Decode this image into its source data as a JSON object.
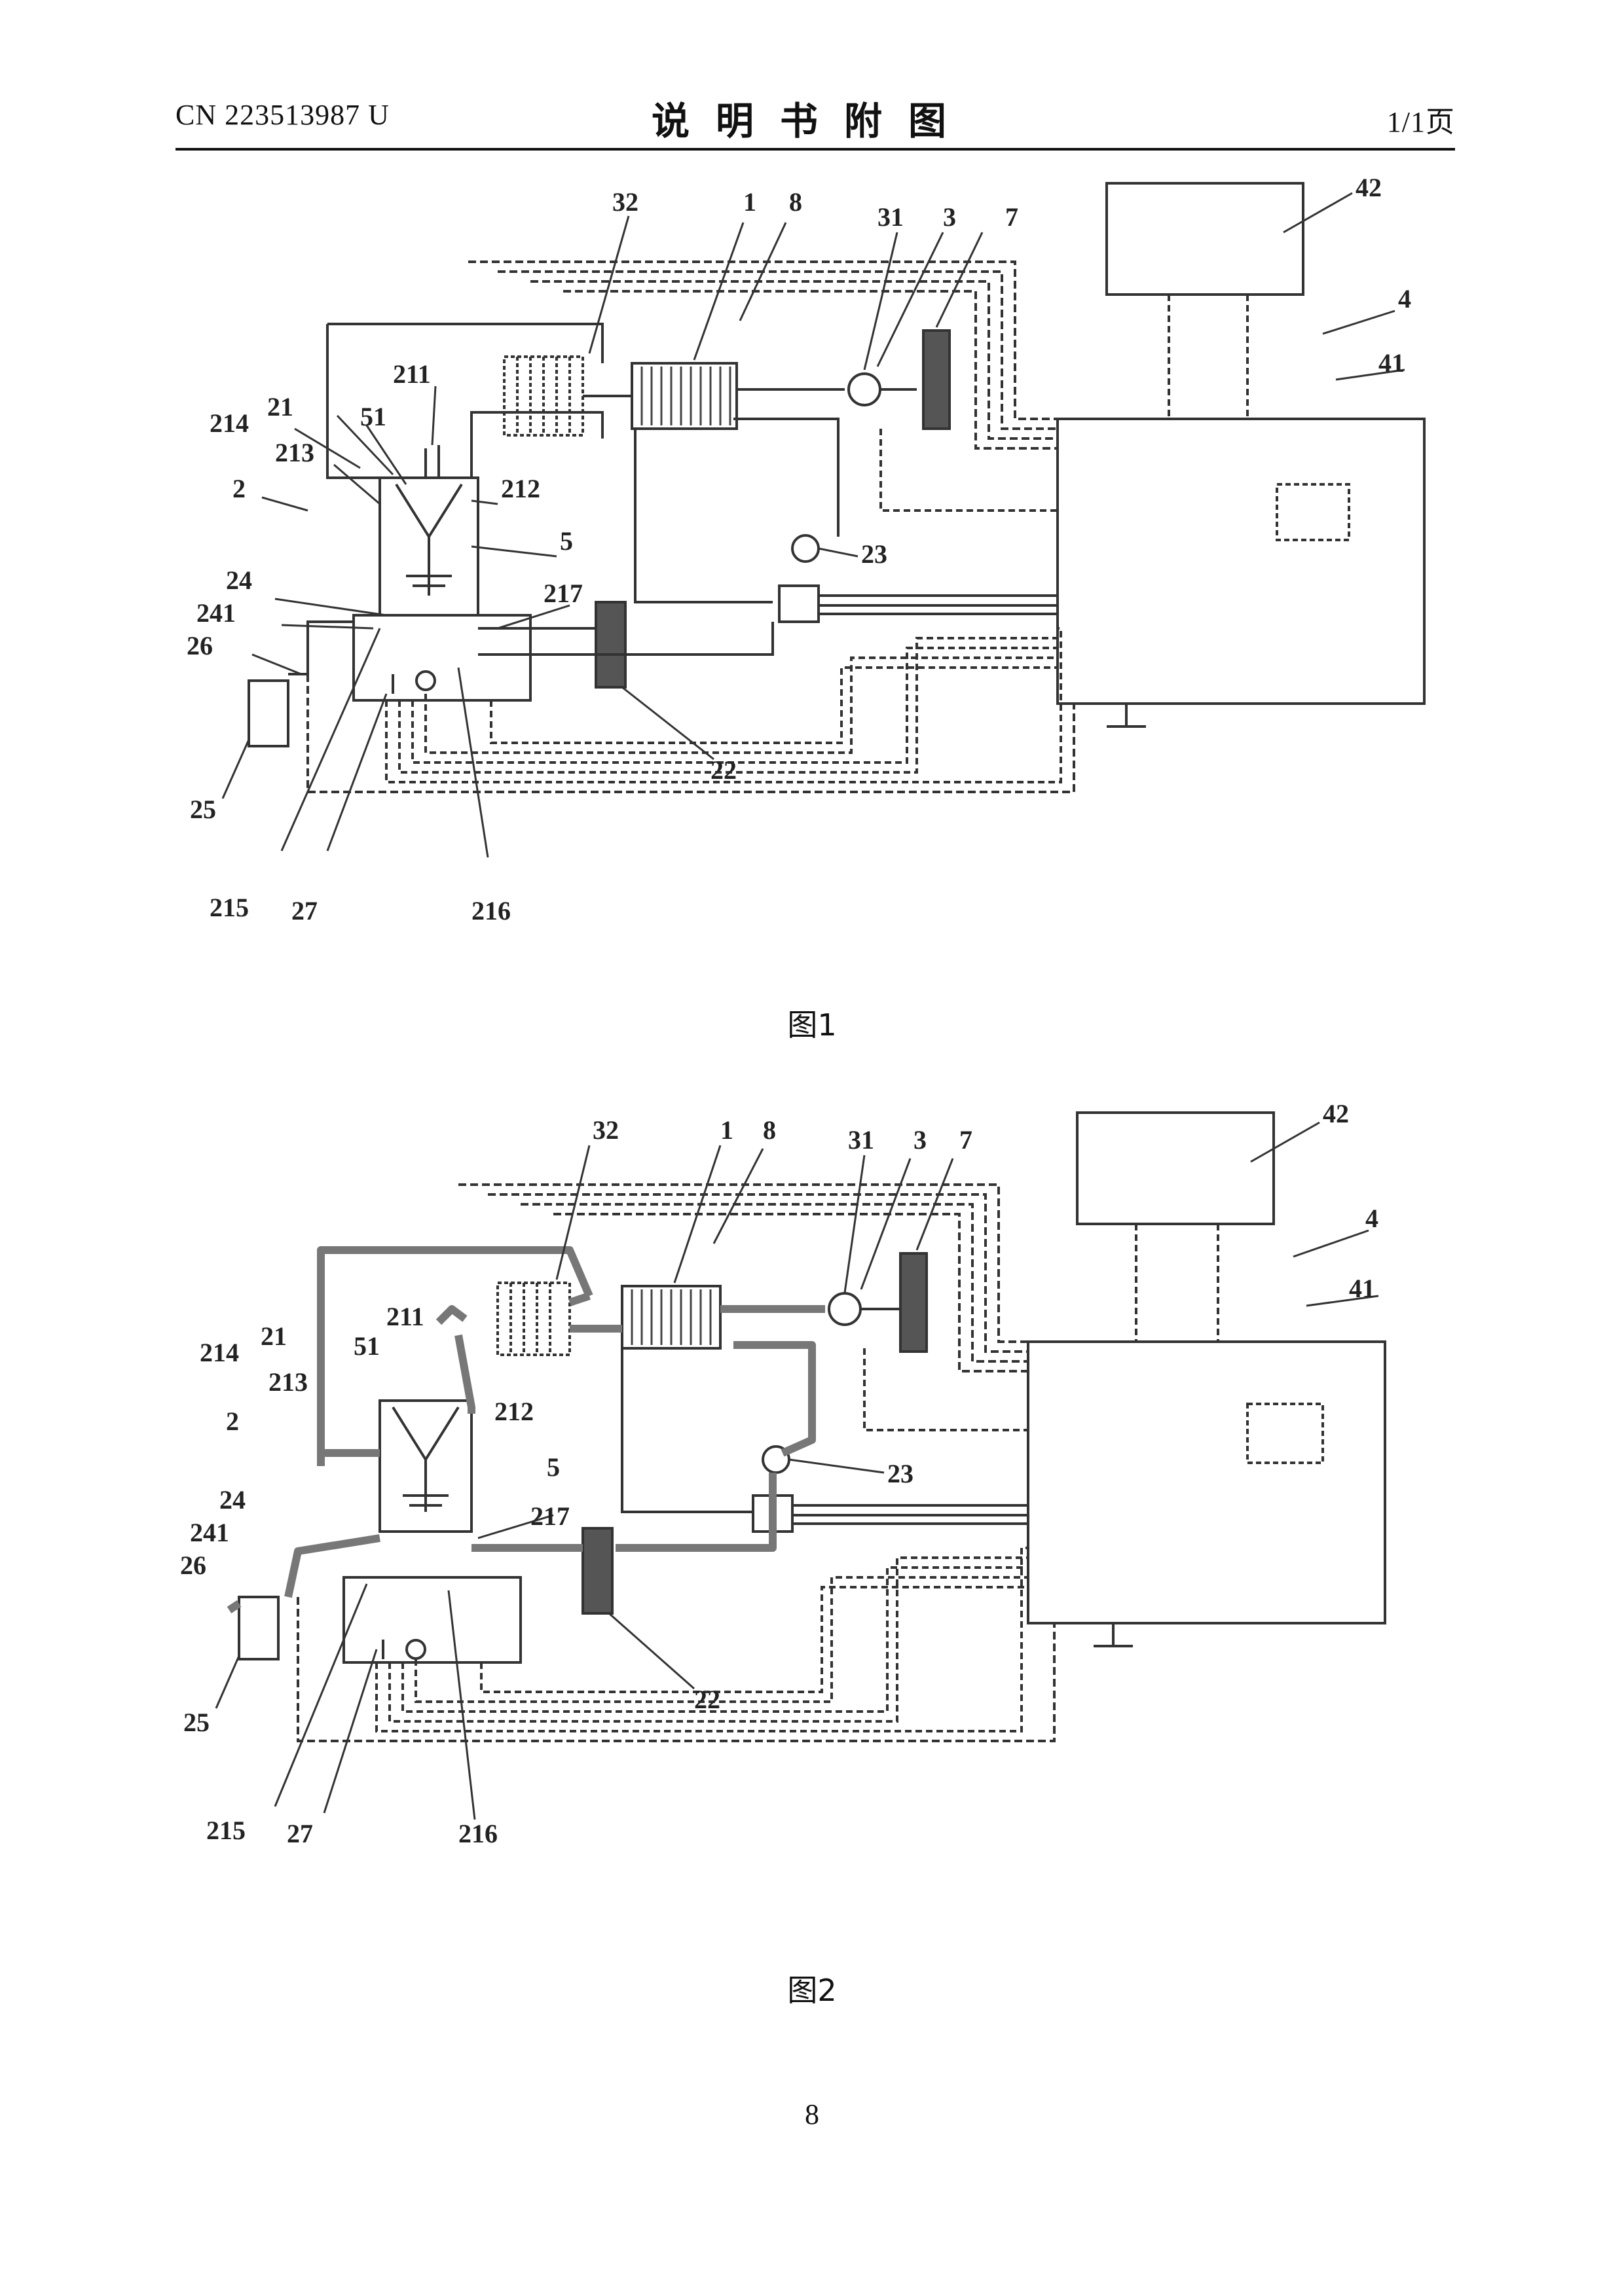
{
  "header": {
    "doc_number": "CN 223513987 U",
    "title": "说明书附图",
    "page": "1/1页"
  },
  "figures": [
    {
      "caption": "图1",
      "labels": [
        "32",
        "1",
        "8",
        "31",
        "3",
        "7",
        "42",
        "4",
        "41",
        "211",
        "21",
        "214",
        "51",
        "213",
        "212",
        "2",
        "5",
        "23",
        "24",
        "217",
        "241",
        "26",
        "22",
        "25",
        "215",
        "27",
        "216"
      ]
    },
    {
      "caption": "图2",
      "labels": [
        "32",
        "1",
        "8",
        "31",
        "3",
        "7",
        "42",
        "4",
        "41",
        "211",
        "21",
        "214",
        "51",
        "213",
        "212",
        "2",
        "5",
        "23",
        "24",
        "217",
        "241",
        "26",
        "22",
        "25",
        "215",
        "27",
        "216"
      ]
    }
  ],
  "page_number": "8"
}
